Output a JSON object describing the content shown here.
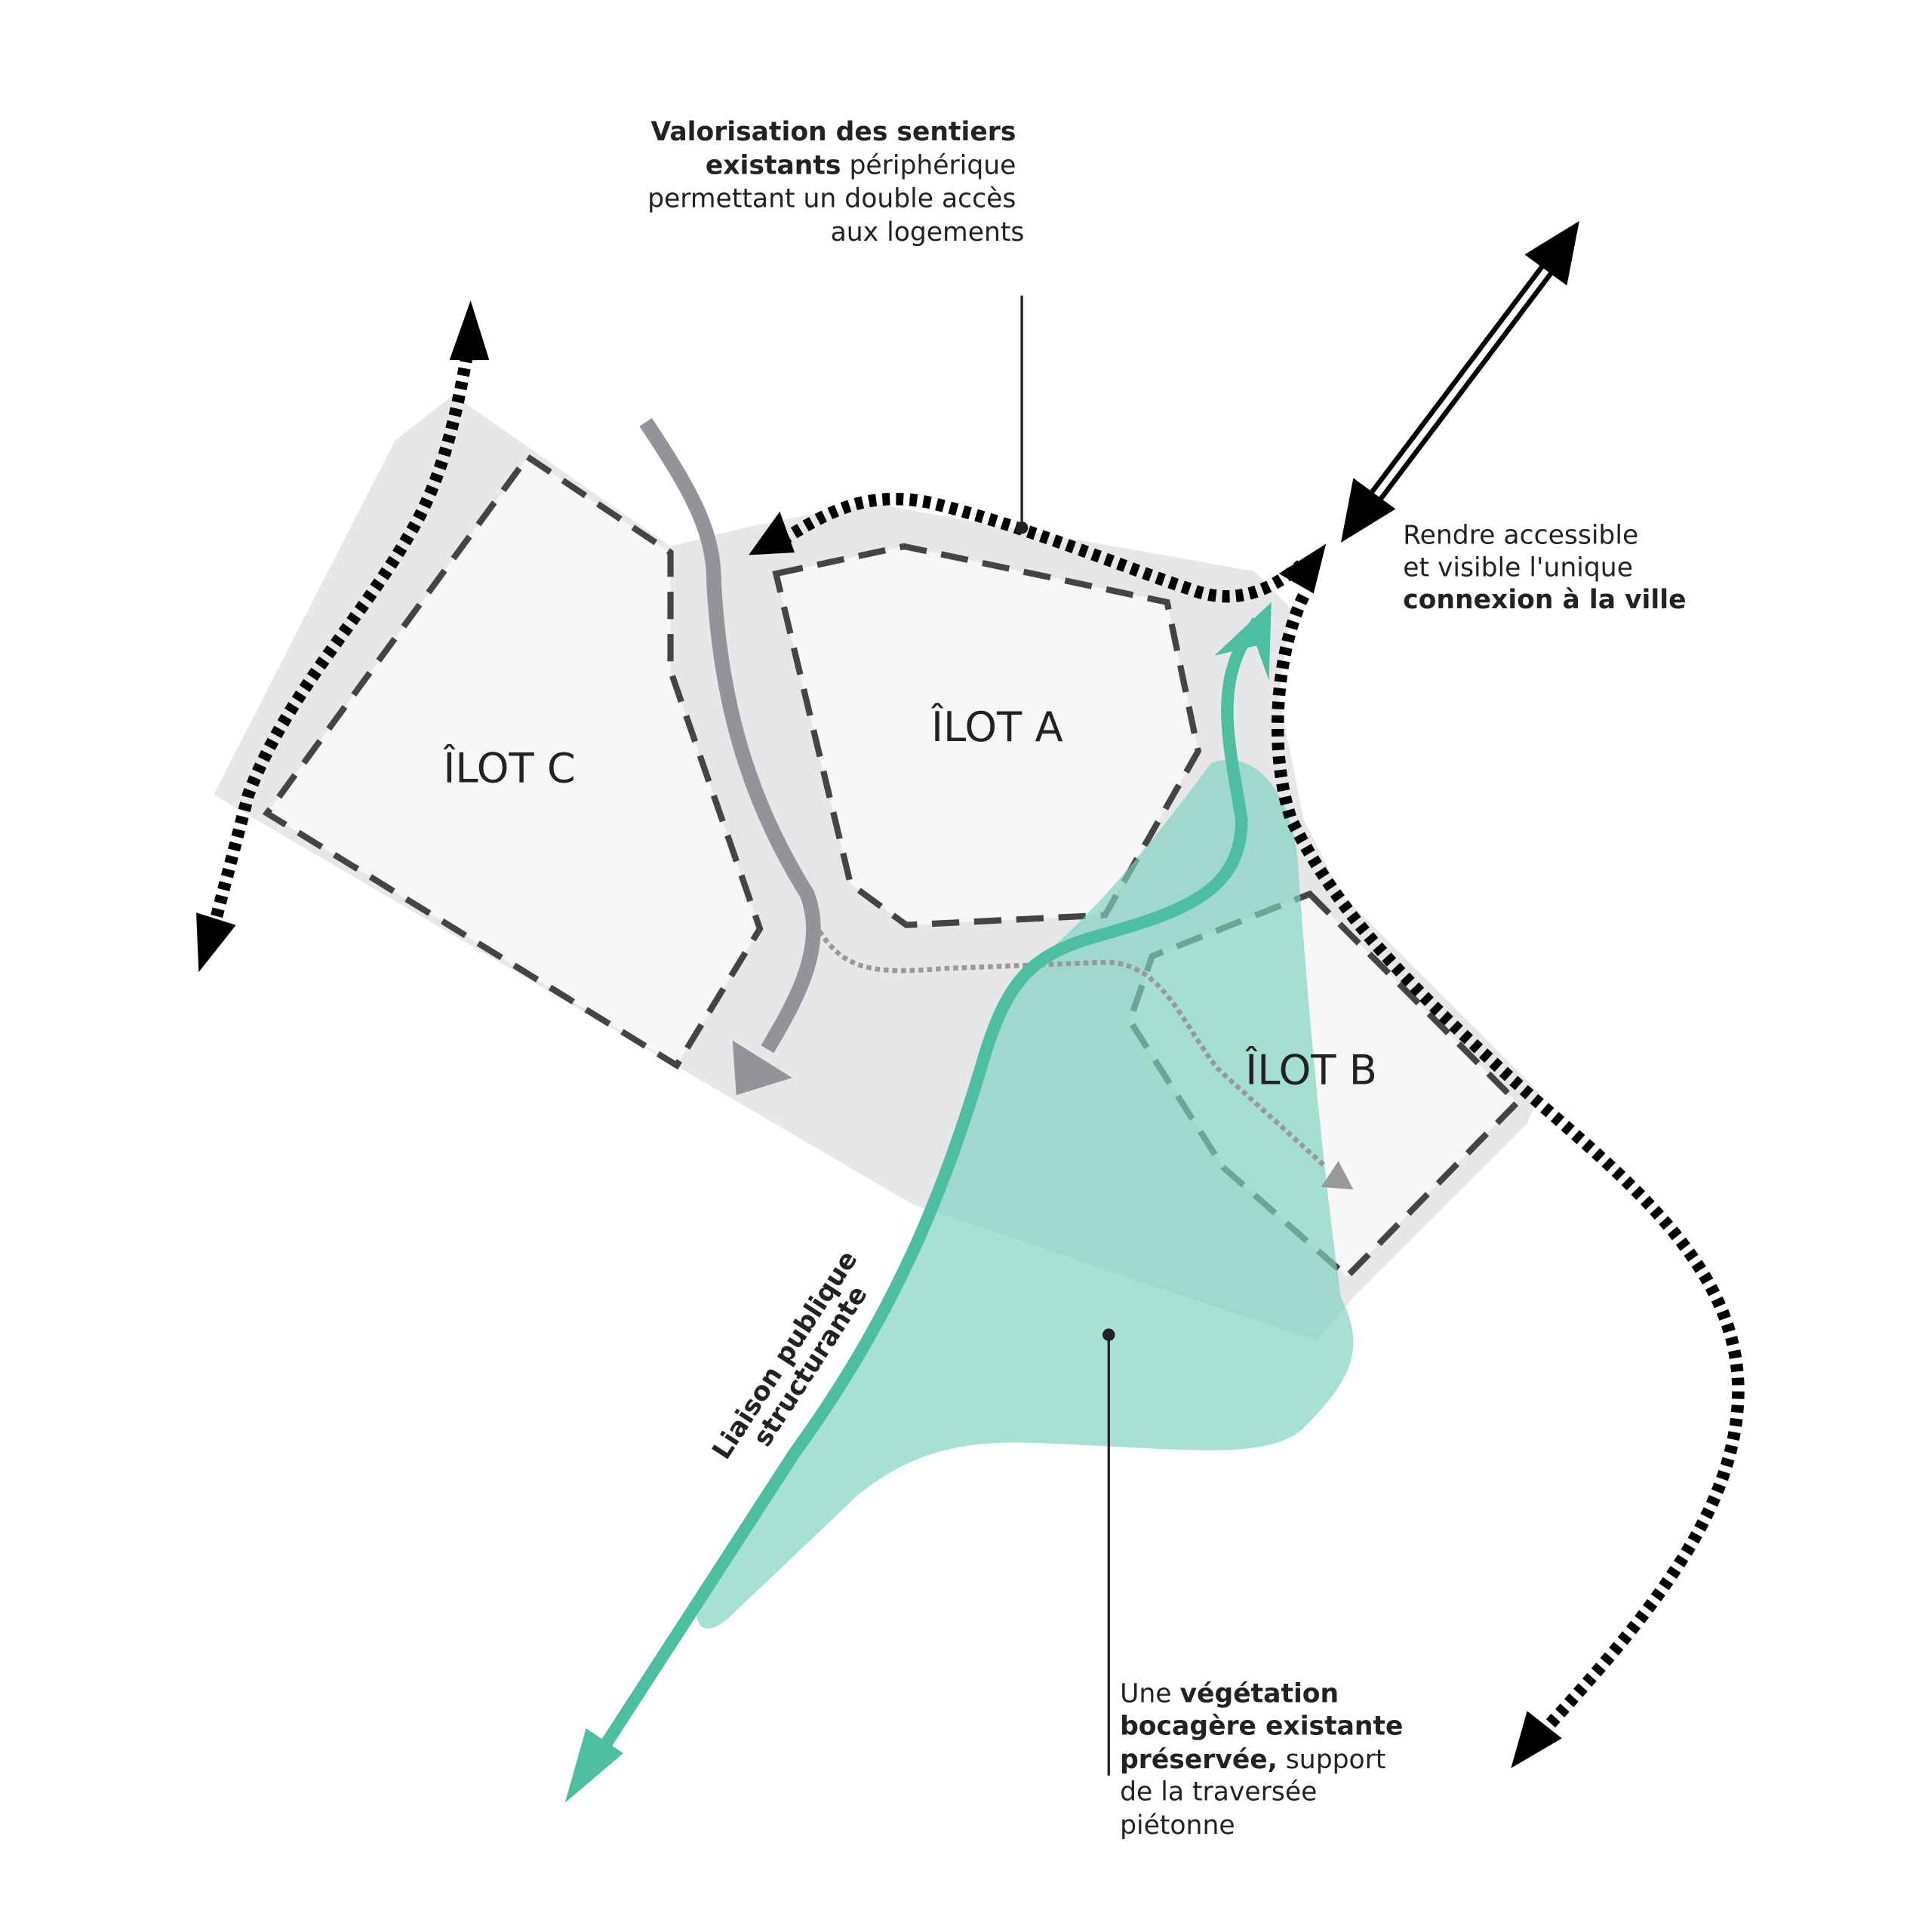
{
  "islands": {
    "a": "ÎLOT A",
    "b": "ÎLOT B",
    "c": "ÎLOT C"
  },
  "annotations": {
    "paths": {
      "line1_bold": "Valorisation des sentiers",
      "line2_bold": "existants",
      "line2_rest": " périphérique",
      "line3": "permettant un double accès",
      "line4": "aux logements"
    },
    "connection": {
      "line1": "Rendre accessible",
      "line2": "et visible l'unique",
      "line3_bold": "connexion à la ville"
    },
    "vegetation": {
      "line1_pre": "Une ",
      "line1_bold": "végétation",
      "line2_bold": "bocagère existante",
      "line3_bold": "préservée,",
      "line3_rest": " support",
      "line4": "de la traversée",
      "line5": "piétonne"
    },
    "liaison": {
      "line1": "Liaison publique",
      "line2": "structurante"
    }
  },
  "colors": {
    "green": "#4dbfa0",
    "vegetation": "#7dd3bf",
    "site": "#e6e7e8",
    "islands": "#f7f7f7"
  }
}
